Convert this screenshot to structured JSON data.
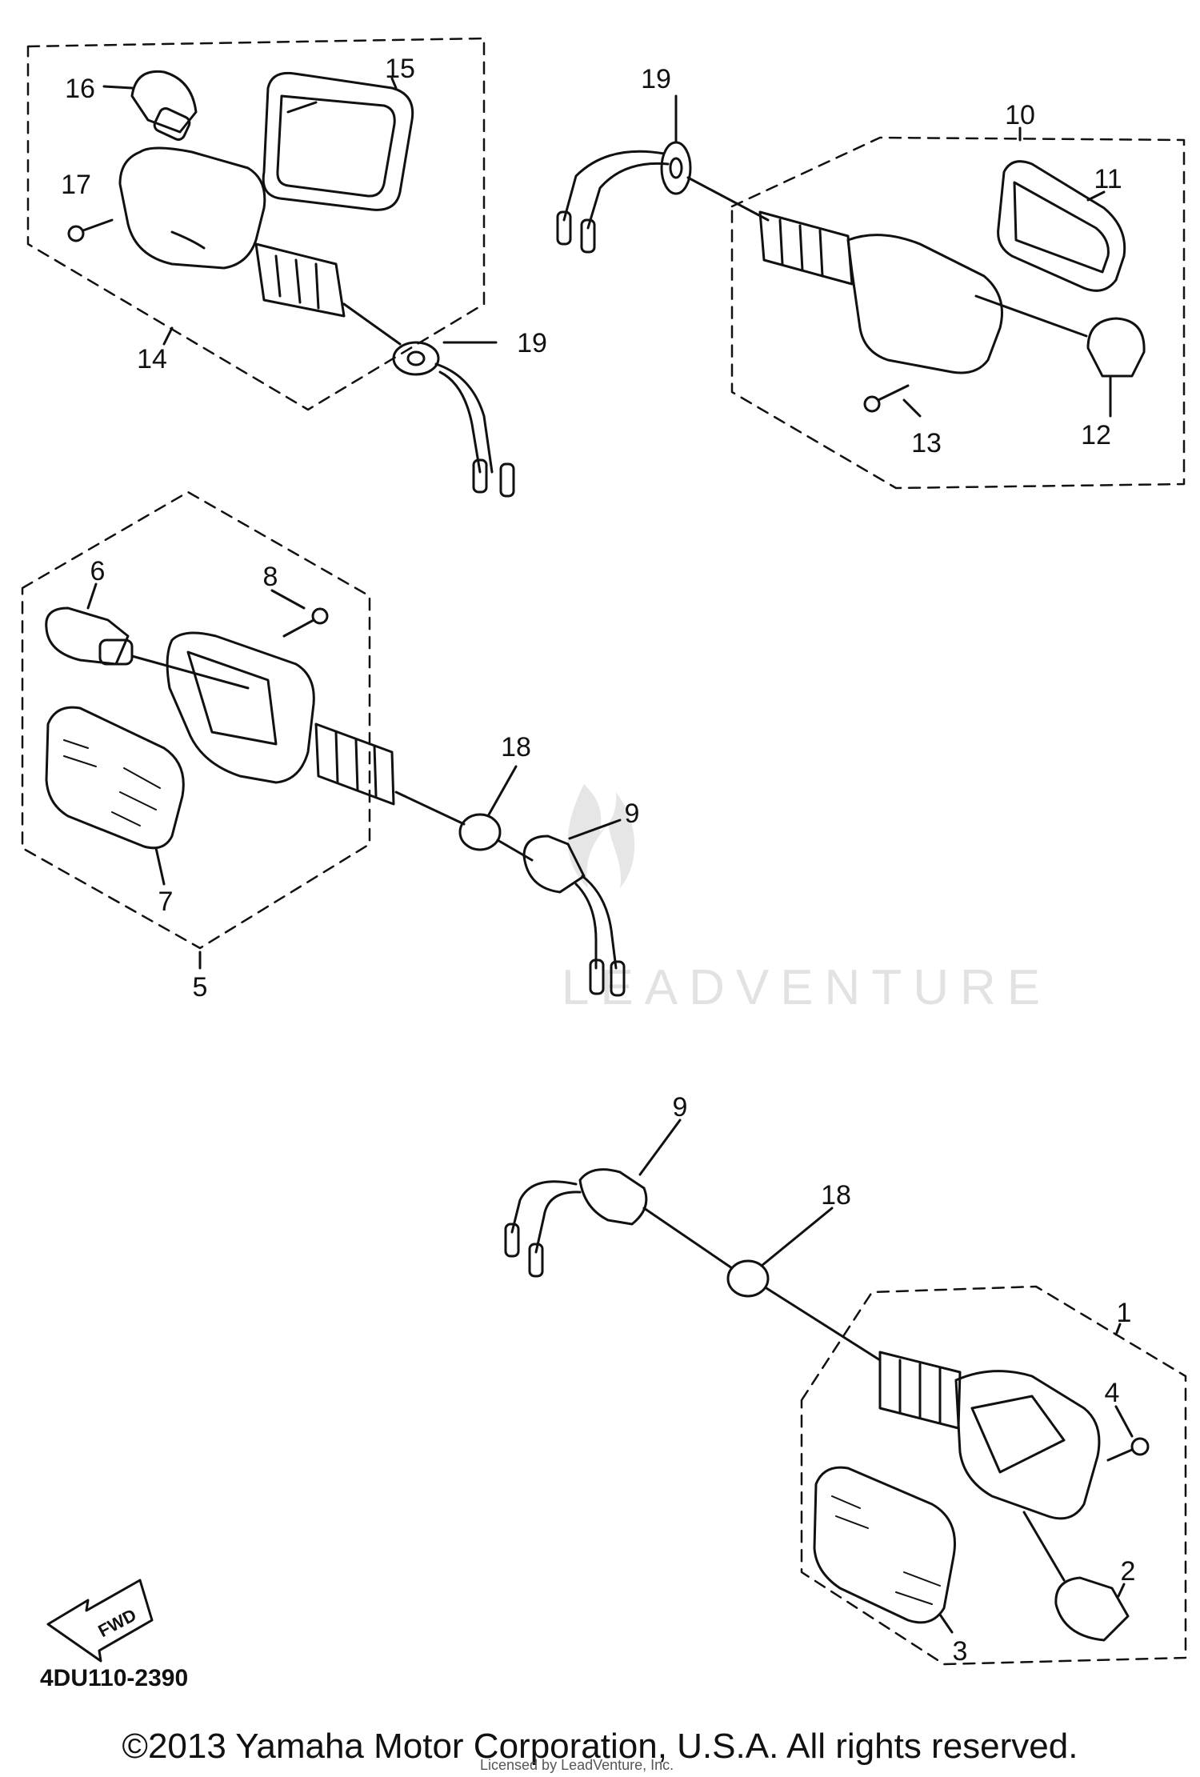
{
  "diagram": {
    "part_code": "4DU110-2390",
    "direction_label": "FWD",
    "watermark": "LEADVENTURE",
    "callouts": [
      {
        "id": "c1",
        "label": "1"
      },
      {
        "id": "c2",
        "label": "2"
      },
      {
        "id": "c3",
        "label": "3"
      },
      {
        "id": "c4",
        "label": "4"
      },
      {
        "id": "c5",
        "label": "5"
      },
      {
        "id": "c6",
        "label": "6"
      },
      {
        "id": "c7",
        "label": "7"
      },
      {
        "id": "c8",
        "label": "8"
      },
      {
        "id": "c9a",
        "label": "9"
      },
      {
        "id": "c9b",
        "label": "9"
      },
      {
        "id": "c10",
        "label": "10"
      },
      {
        "id": "c11",
        "label": "11"
      },
      {
        "id": "c12",
        "label": "12"
      },
      {
        "id": "c13",
        "label": "13"
      },
      {
        "id": "c14",
        "label": "14"
      },
      {
        "id": "c15",
        "label": "15"
      },
      {
        "id": "c16",
        "label": "16"
      },
      {
        "id": "c17",
        "label": "17"
      },
      {
        "id": "c18a",
        "label": "18"
      },
      {
        "id": "c18b",
        "label": "18"
      },
      {
        "id": "c19a",
        "label": "19"
      },
      {
        "id": "c19b",
        "label": "19"
      }
    ]
  },
  "footer": {
    "copyright": "©2013 Yamaha Motor Corporation, U.S.A. All rights reserved.",
    "licensed": "Licensed by LeadVenture, Inc."
  }
}
